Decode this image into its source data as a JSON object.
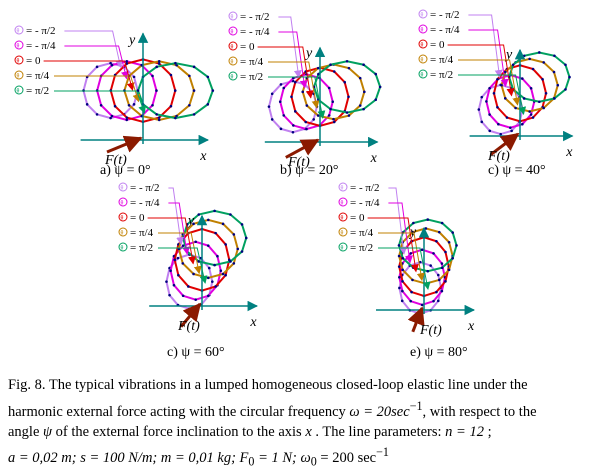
{
  "legend_labels": [
    {
      "text": "= - π/2",
      "color": "#c080f0"
    },
    {
      "text": "= - π/4",
      "color": "#e000e0"
    },
    {
      "text": "= 0",
      "color": "#e00000"
    },
    {
      "text": "= π/4",
      "color": "#c08000"
    },
    {
      "text": "= π/2",
      "color": "#00a060"
    }
  ],
  "axis": {
    "x": "x",
    "y": "y",
    "force": "F(t)"
  },
  "panels": [
    {
      "label": "a) ψ = 0°",
      "psi_deg": 0
    },
    {
      "label": "b) ψ = 20°",
      "psi_deg": 20
    },
    {
      "label": "c) ψ = 40°",
      "psi_deg": 40
    },
    {
      "label": "c) ψ = 60°",
      "psi_deg": 60
    },
    {
      "label": "e) ψ = 80°",
      "psi_deg": 80
    }
  ],
  "colors": {
    "axis": "#008080",
    "force": "#8b1a00",
    "point": "#000080",
    "series": [
      "#c080f0",
      "#e000e0",
      "#e00000",
      "#c08000",
      "#00a060"
    ]
  },
  "caption": {
    "l1": "Fig. 8. The typical vibrations in a lumped homogeneous closed-loop elastic line under the",
    "l2a": "harmonic external force acting with the circular frequency",
    "l2b": "ω = 20sec",
    "l2c": "−1",
    "l2d": ", with respect to the",
    "l3a": "angle",
    "l3b": "ψ",
    "l3c": "of the external force inclination to the axis",
    "l3d": "x",
    "l3e": ". The line parameters:",
    "l3f": "n = 12",
    "l3g": ";",
    "l4": "a = 0,02 m;  s = 100 N/m;  m = 0,01 kg;  F",
    "l4s": "0",
    "l4b": " = 1 N;  ω",
    "l4s2": "0",
    "l4c": " = 200 sec",
    "l4sup": "−1"
  }
}
